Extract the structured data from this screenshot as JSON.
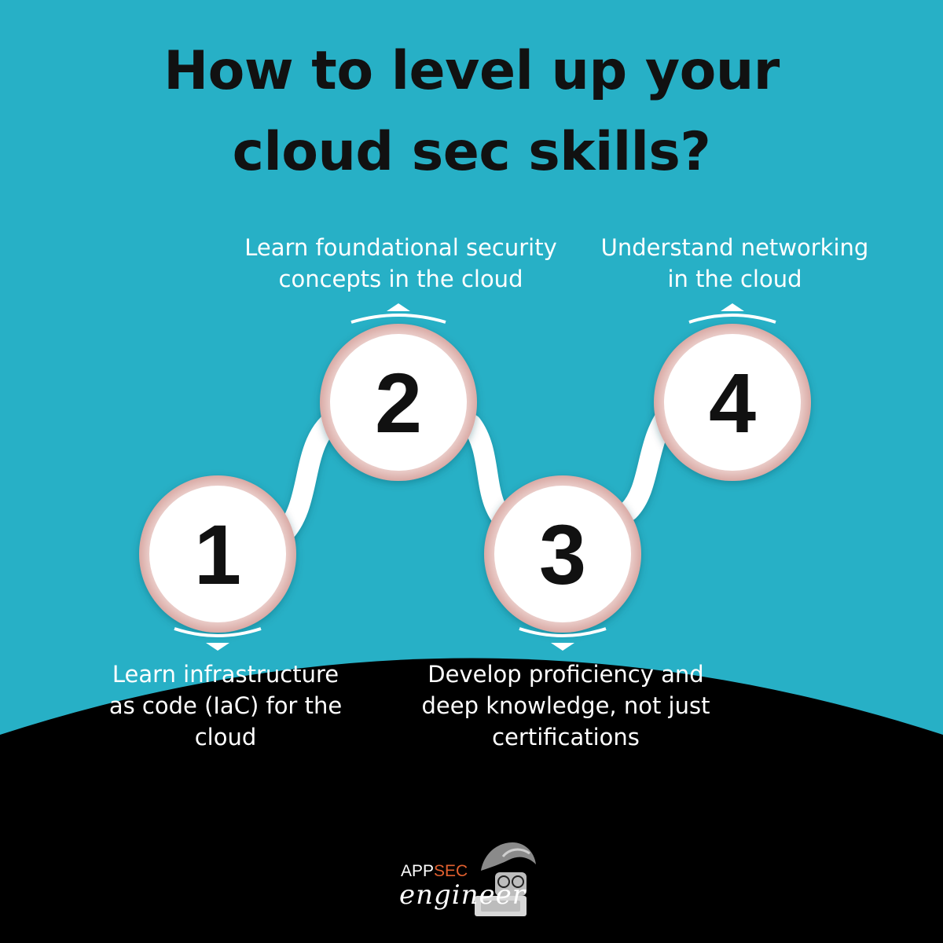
{
  "title": {
    "line1": "How to level up your",
    "line2": "cloud sec skills?"
  },
  "steps": [
    {
      "number": "1",
      "label_lines": [
        "Learn infrastructure",
        "as code (IaC) for the",
        "cloud"
      ]
    },
    {
      "number": "2",
      "label_lines": [
        "Learn foundational security",
        "concepts in the cloud"
      ]
    },
    {
      "number": "3",
      "label_lines": [
        "Develop proficiency and",
        "deep knowledge, not just",
        "certifications"
      ]
    },
    {
      "number": "4",
      "label_lines": [
        "Understand networking",
        "in the cloud"
      ]
    }
  ],
  "logo": {
    "word1_part1": "APP",
    "word1_part2": "SEC",
    "word2": "engineer",
    "icon": "engineer-mascot-icon"
  },
  "colors": {
    "background": "#27b0c6",
    "footer": "#000000",
    "path": "#ffffff",
    "ring": "#e9c6c2",
    "accent": "#e2602f"
  }
}
